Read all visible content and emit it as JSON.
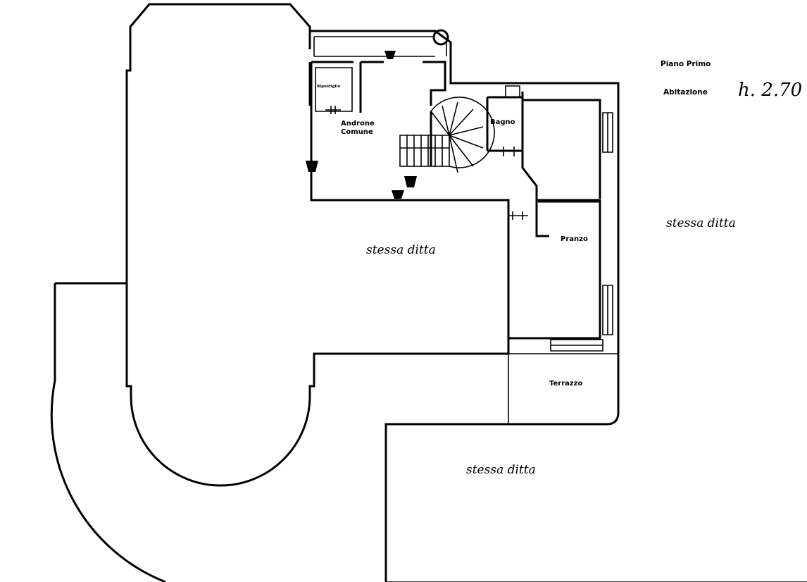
{
  "legend": {
    "floor": "Piano Primo",
    "use": "Abitazione",
    "height": "h. 2.70"
  },
  "rooms": {
    "ripostiglio": "Ripostiglio",
    "androne_line1": "Androne",
    "androne_line2": "Comune",
    "bagno": "Bagno",
    "pranzo": "Pranzo",
    "terrazzo": "Terrazzo"
  },
  "neighbors": {
    "center": "stessa ditta",
    "right": "stessa ditta",
    "bottom": "stessa ditta"
  }
}
